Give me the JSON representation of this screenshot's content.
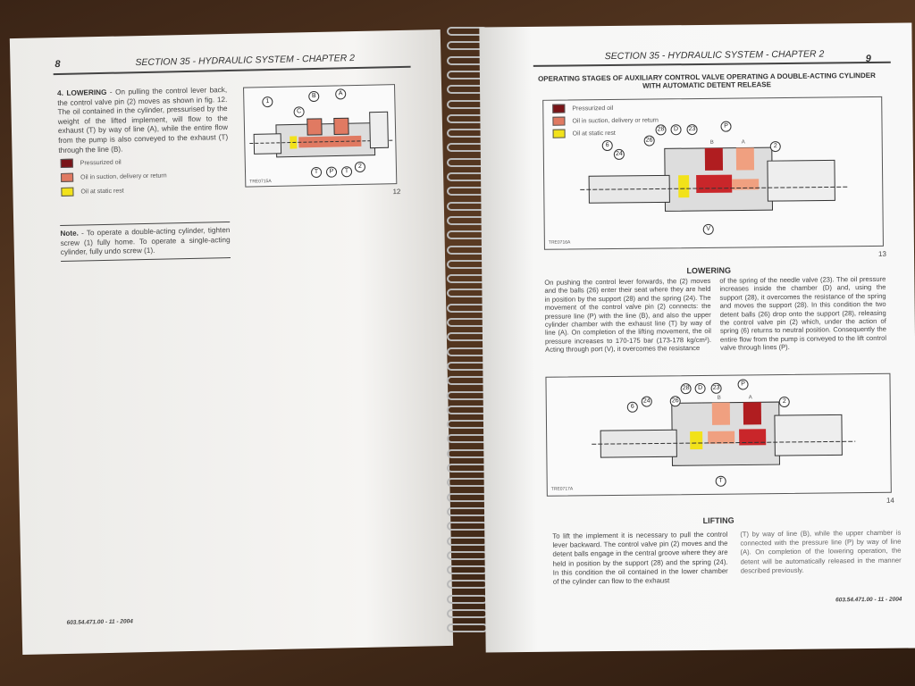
{
  "left_page": {
    "page_number": "8",
    "header": "SECTION 35 - HYDRAULIC SYSTEM - CHAPTER 2",
    "heading": "4. LOWERING",
    "body": " - On pulling the control lever back, the control valve pin (2) moves as shown in fig. 12. The oil contained in the cylinder, pressurised by the weight of the lifted implement, will flow to the exhaust (T) by way of line (A), while the entire flow from the pump is also conveyed to the exhaust (T) through the line (B).",
    "legend": [
      {
        "label": "Pressurized oil",
        "color": "#7a1418"
      },
      {
        "label": "Oil in suction, delivery or return",
        "color": "#e07a62"
      },
      {
        "label": "Oil at static rest",
        "color": "#f2e21a"
      }
    ],
    "note_label": "Note.",
    "note_text": " - To operate a double-acting cylinder, tighten screw (1) fully home. To operate a single-acting cylinder, fully undo screw (1).",
    "figure": {
      "number": "12",
      "code": "TRE0715A",
      "callouts": [
        "1",
        "C",
        "B",
        "A",
        "T",
        "P",
        "T",
        "2"
      ]
    },
    "footer": "603.54.471.00 - 11 - 2004"
  },
  "right_page": {
    "page_number": "9",
    "header": "SECTION 35 - HYDRAULIC SYSTEM - CHAPTER 2",
    "title": "OPERATING STAGES OF AUXILIARY CONTROL VALVE OPERATING A DOUBLE-ACTING CYLINDER WITH AUTOMATIC DETENT RELEASE",
    "figure13": {
      "number": "13",
      "code": "TRE0716A",
      "legend": [
        "Pressurized oil",
        "Oil in suction, delivery or return",
        "Oil at static rest"
      ],
      "callouts": [
        "6",
        "24",
        "26",
        "28",
        "D",
        "23",
        "P",
        "2",
        "V"
      ],
      "ports": [
        "B",
        "A"
      ]
    },
    "lowering": {
      "heading": "LOWERING",
      "col1": "On pushing the control lever forwards, the (2) moves and the balls (26) enter their seat where they are held in position by the support (28) and the spring (24). The movement of the control valve pin (2) connects: the pressure line (P) with the line (B), and also the upper cylinder chamber with the exhaust line (T) by way of line (A). On completion of the lifting movement, the oil pressure increases to 170-175 bar (173-178 kg/cm²). Acting through port (V), it overcomes the resistance",
      "col2": "of the spring of the needle valve (23). The oil pressure increases inside the chamber (D) and, using the support (28), it overcomes the resistance of the spring and moves the support (28). In this condition the two detent balls (26) drop onto the support (28), releasing the control valve pin (2) which, under the action of spring (6) returns to neutral position. Consequently the entire flow from the pump is conveyed to the lift control valve through lines (P)."
    },
    "figure14": {
      "number": "14",
      "code": "TRE0717A",
      "callouts": [
        "6",
        "24",
        "26",
        "28",
        "D",
        "23",
        "P",
        "2",
        "T"
      ],
      "ports": [
        "B",
        "A"
      ]
    },
    "lifting": {
      "heading": "LIFTING",
      "col1": "To lift the implement it is necessary to pull the control lever backward. The control valve pin (2) moves and the detent balls engage in the central groove where they are held in position by the support (28) and the spring (24). In this condition the oil contained in the lower chamber of the cylinder can flow to the exhaust",
      "col2": "(T) by way of line (B), while the upper chamber is connected with the pressure line (P) by way of line (A). On completion of the lowering operation, the detent will be automatically released in the manner described previously."
    },
    "footer": "603.54.471.00 - 11 - 2004"
  }
}
